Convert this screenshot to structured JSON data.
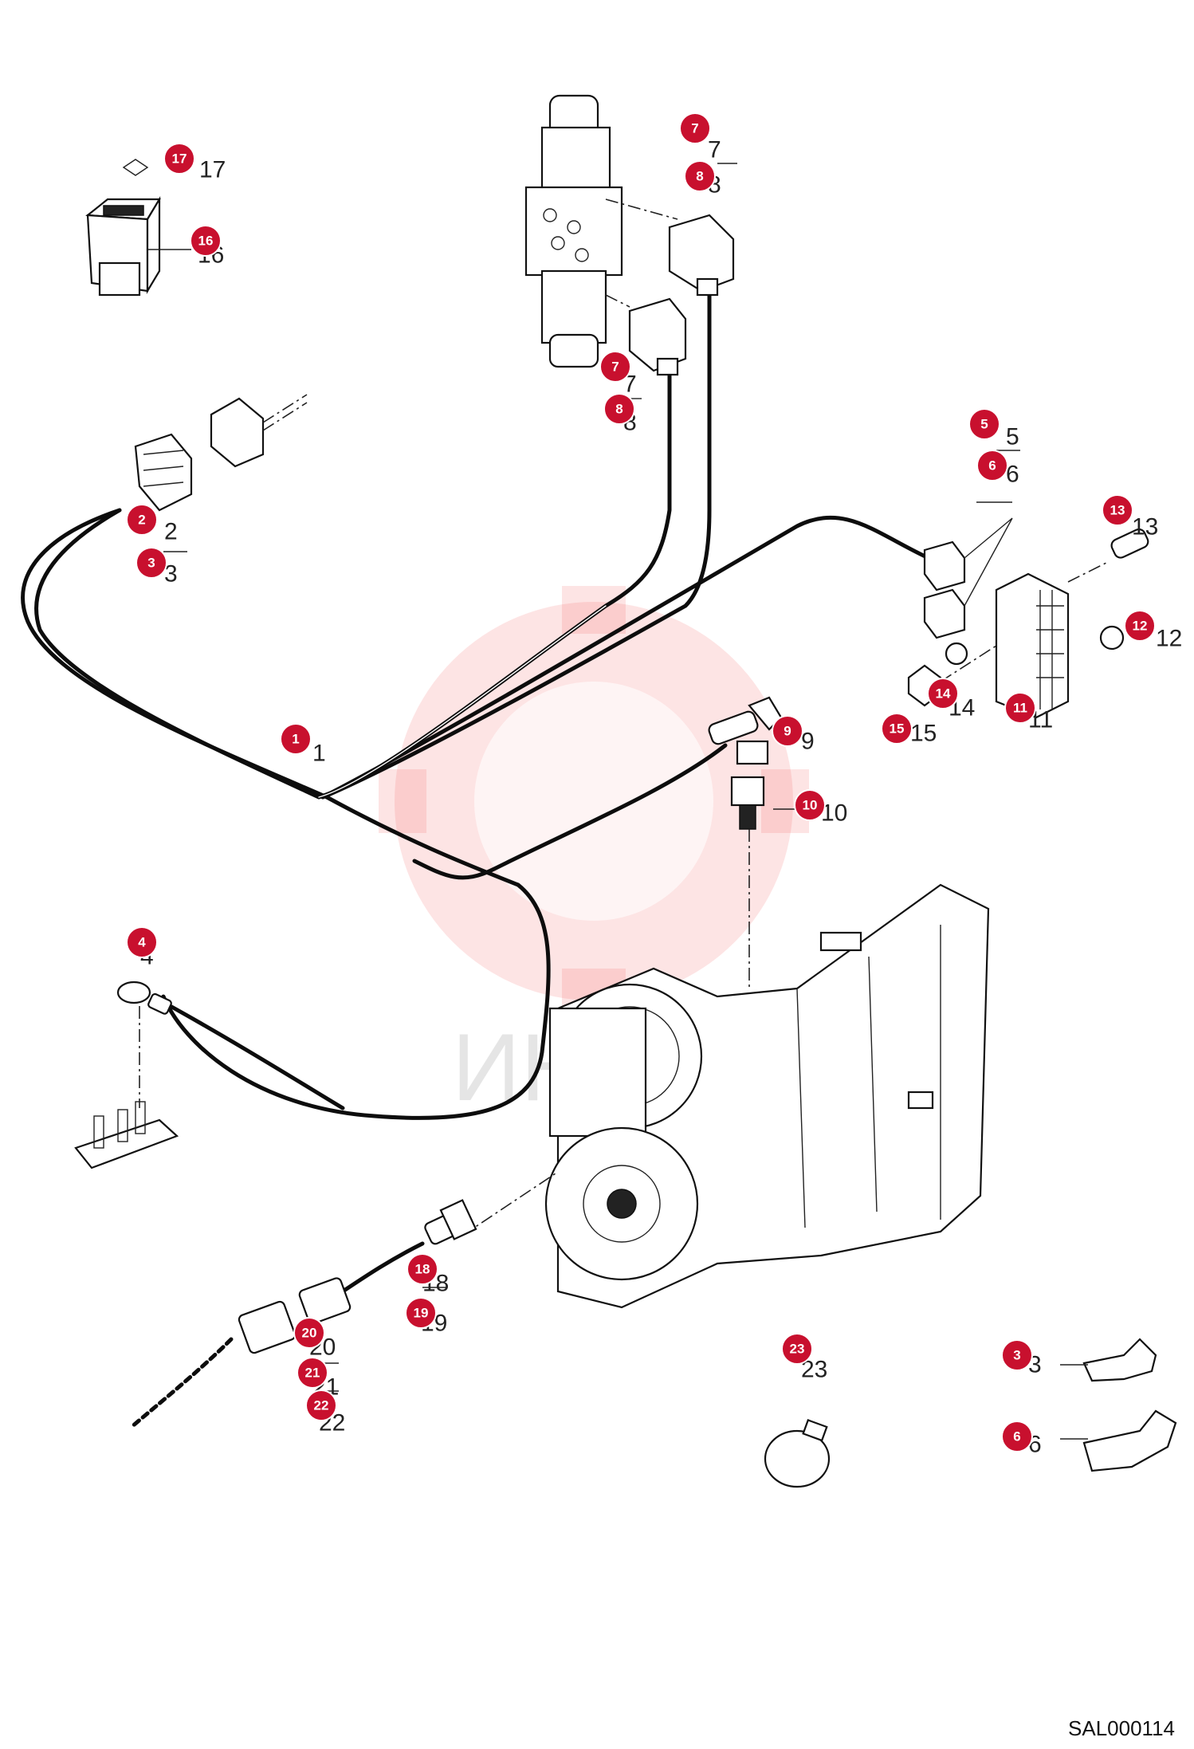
{
  "diagram_code": "SAL000114",
  "watermark_text": "ИНТЕХ",
  "colors": {
    "callout": "#c8102e",
    "watermark": "#f05a5a",
    "line": "#111111"
  },
  "callouts": [
    {
      "number": "17",
      "label": "17"
    },
    {
      "number": "16",
      "label": "16"
    },
    {
      "number": "7",
      "label": "7"
    },
    {
      "number": "8",
      "label": "8"
    },
    {
      "number": "7",
      "label": "7"
    },
    {
      "number": "8",
      "label": "8"
    },
    {
      "number": "2",
      "label": "2"
    },
    {
      "number": "3",
      "label": "3"
    },
    {
      "number": "5",
      "label": "5"
    },
    {
      "number": "6",
      "label": "6"
    },
    {
      "number": "13",
      "label": "13"
    },
    {
      "number": "12",
      "label": "12"
    },
    {
      "number": "14",
      "label": "14"
    },
    {
      "number": "11",
      "label": "11"
    },
    {
      "number": "15",
      "label": "15"
    },
    {
      "number": "1",
      "label": "1"
    },
    {
      "number": "9",
      "label": "9"
    },
    {
      "number": "10",
      "label": "10"
    },
    {
      "number": "4",
      "label": "4"
    },
    {
      "number": "18",
      "label": "18"
    },
    {
      "number": "19",
      "label": "19"
    },
    {
      "number": "20",
      "label": "20"
    },
    {
      "number": "21",
      "label": "21"
    },
    {
      "number": "22",
      "label": "22"
    },
    {
      "number": "23",
      "label": "23"
    },
    {
      "number": "3",
      "label": "3"
    },
    {
      "number": "6",
      "label": "6"
    }
  ]
}
